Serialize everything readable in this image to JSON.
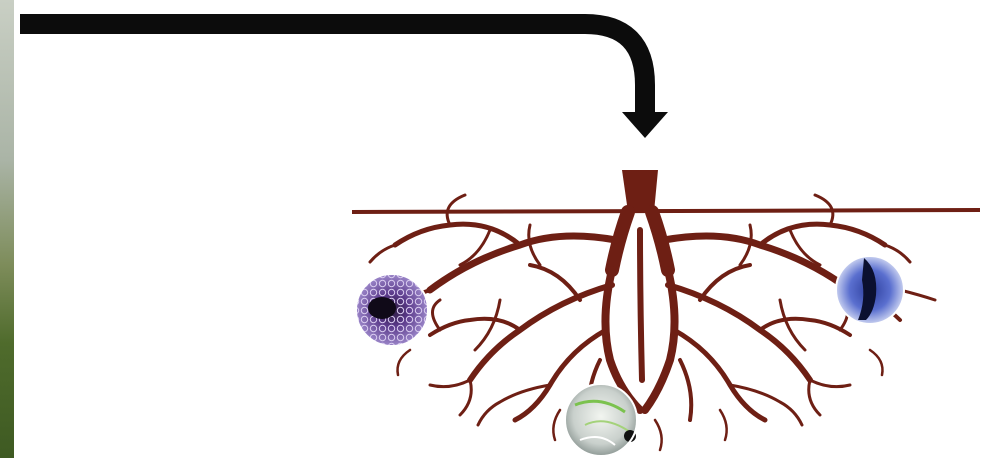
{
  "colors": {
    "arrow": "#0c0c0c",
    "root": "#6e1f14",
    "ground_line": "#6e1f14",
    "background": "#ffffff"
  },
  "diagram": {
    "elements": [
      {
        "name": "flow-arrow",
        "kind": "arrow",
        "direction": "down"
      },
      {
        "name": "ground-line",
        "kind": "line"
      },
      {
        "name": "root-system",
        "kind": "illustration"
      },
      {
        "name": "purple-cell-micrograph",
        "kind": "circular-inset"
      },
      {
        "name": "blue-tissue-micrograph",
        "kind": "circular-inset"
      },
      {
        "name": "green-plantlet-micrograph",
        "kind": "circular-inset"
      }
    ]
  }
}
